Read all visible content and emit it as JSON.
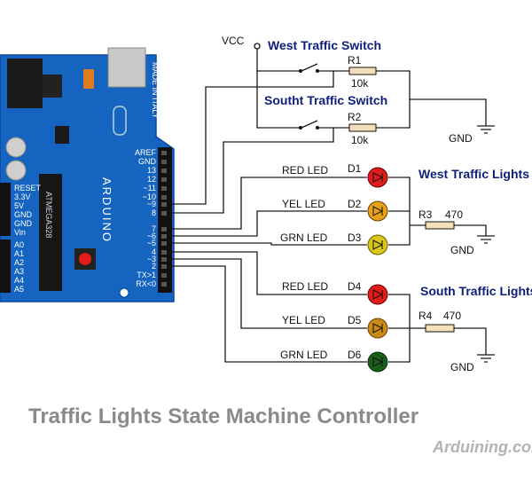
{
  "colors": {
    "board": "#1565c0",
    "board_dark": "#0d47a1",
    "header": "#111111",
    "led_red": "#e21b1b",
    "led_yellow": "#e8a21a",
    "led_green": "#1a5c1a",
    "resistor": "#f3dfb8",
    "title_gray": "#8a8a8a"
  },
  "circuit": {
    "vcc": "VCC",
    "gnd_labels": [
      "GND",
      "GND",
      "GND"
    ],
    "switches": [
      {
        "label": "West Traffic Switch",
        "ref": "R1",
        "value": "10k"
      },
      {
        "label": "Southt Traffic Switch",
        "ref": "R2",
        "value": "10k"
      }
    ],
    "west_group": {
      "label": "West Traffic Lights",
      "resistor_ref": "R3",
      "resistor_value": "470",
      "leds": [
        {
          "label": "RED LED",
          "ref": "D1",
          "color": "red"
        },
        {
          "label": "YEL LED",
          "ref": "D2",
          "color": "yellow"
        },
        {
          "label": "GRN LED",
          "ref": "D3",
          "color": "yellow"
        }
      ]
    },
    "south_group": {
      "label": "South Traffic Lights",
      "resistor_ref": "R4",
      "resistor_value": "470",
      "leds": [
        {
          "label": "RED LED",
          "ref": "D4",
          "color": "red"
        },
        {
          "label": "YEL LED",
          "ref": "D5",
          "color": "yellow"
        },
        {
          "label": "GRN LED",
          "ref": "D6",
          "color": "green"
        }
      ]
    }
  },
  "arduino": {
    "brand": "ARDUINO",
    "chip": "ATMEGA328",
    "made_in": "MADE IN ITALY",
    "right_pins": [
      "AREF",
      "GND",
      "13",
      "12",
      "~11",
      "~10",
      "~9",
      "8",
      "7",
      "~6",
      "~5",
      "4",
      "~3",
      "2",
      "TX>1",
      "RX<0"
    ],
    "power_pins": [
      "RESET",
      "3.3V",
      "5V",
      "GND",
      "GND",
      "Vin"
    ],
    "analog_pins": [
      "A0",
      "A1",
      "A2",
      "A3",
      "A4",
      "A5"
    ]
  },
  "footer": {
    "title": "Traffic Lights State Machine Controller",
    "watermark": "Arduining.com"
  }
}
